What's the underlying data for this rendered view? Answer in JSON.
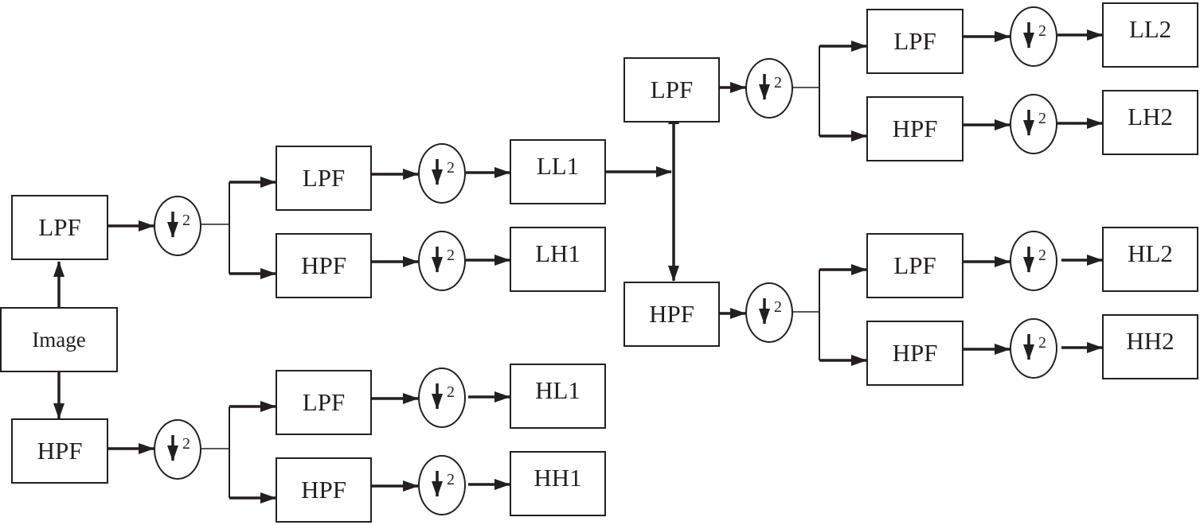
{
  "colors": {
    "stroke": "#231f20",
    "background": "#ffffff"
  },
  "labels": {
    "image": "Image",
    "lpf": "LPF",
    "hpf": "HPF",
    "downsample_factor": "2",
    "ll1": "LL1",
    "lh1": "LH1",
    "hl1": "HL1",
    "hh1": "HH1",
    "ll2": "LL2",
    "lh2": "LH2",
    "hl2": "HL2",
    "hh2": "HH2"
  }
}
